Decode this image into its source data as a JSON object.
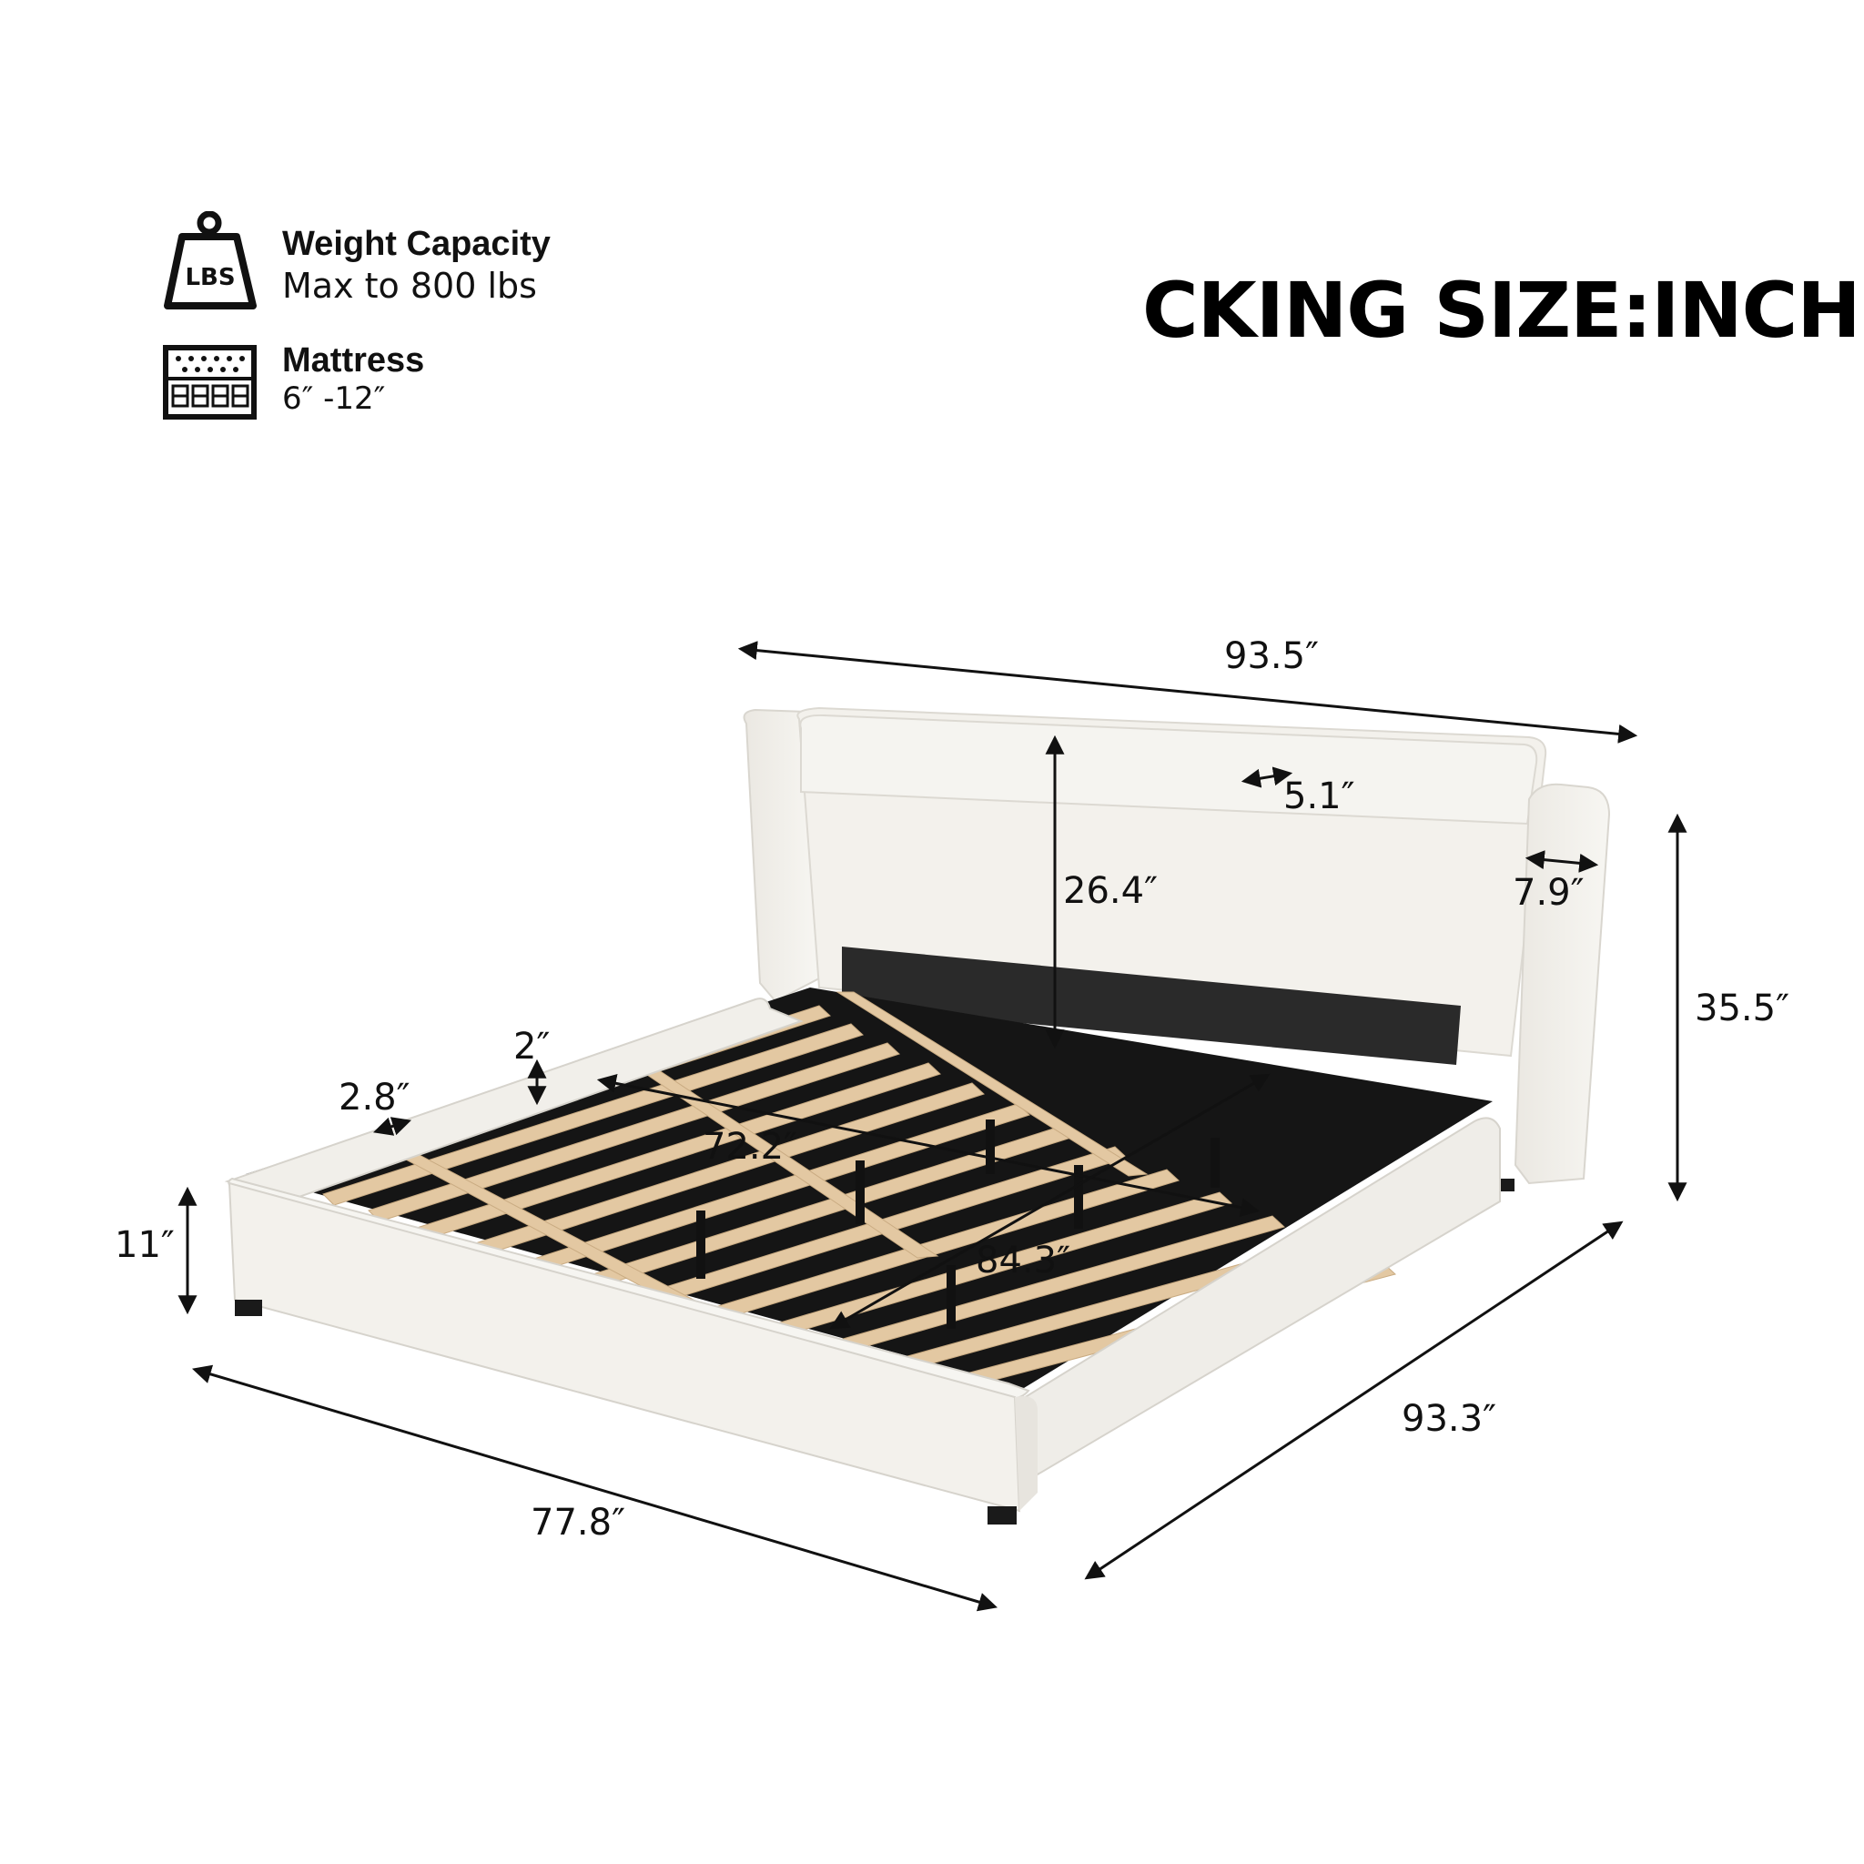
{
  "specs": {
    "weight_icon_label": "LBS",
    "weight_title": "Weight Capacity",
    "weight_value": "Max to 800 lbs",
    "mattress_title": "Mattress",
    "mattress_value": "6″ -12″"
  },
  "size_title": "CKING SIZE:INCH",
  "dimensions": {
    "overall_width": "93.5″",
    "overall_length": "93.3″",
    "total_height": "35.5″",
    "headboard_height": "26.4″",
    "headboard_pad_depth": "5.1″",
    "wing_thickness": "7.9″",
    "rail_height": "11″",
    "rail_thickness": "2.8″",
    "slat_gap": "2″",
    "inner_width": "72.2″",
    "inner_length": "84.3″",
    "footboard_width": "77.8″"
  },
  "colors": {
    "upholstery": "#f3f1ec",
    "slats": "#e3c8a2",
    "gap": "#151515"
  }
}
